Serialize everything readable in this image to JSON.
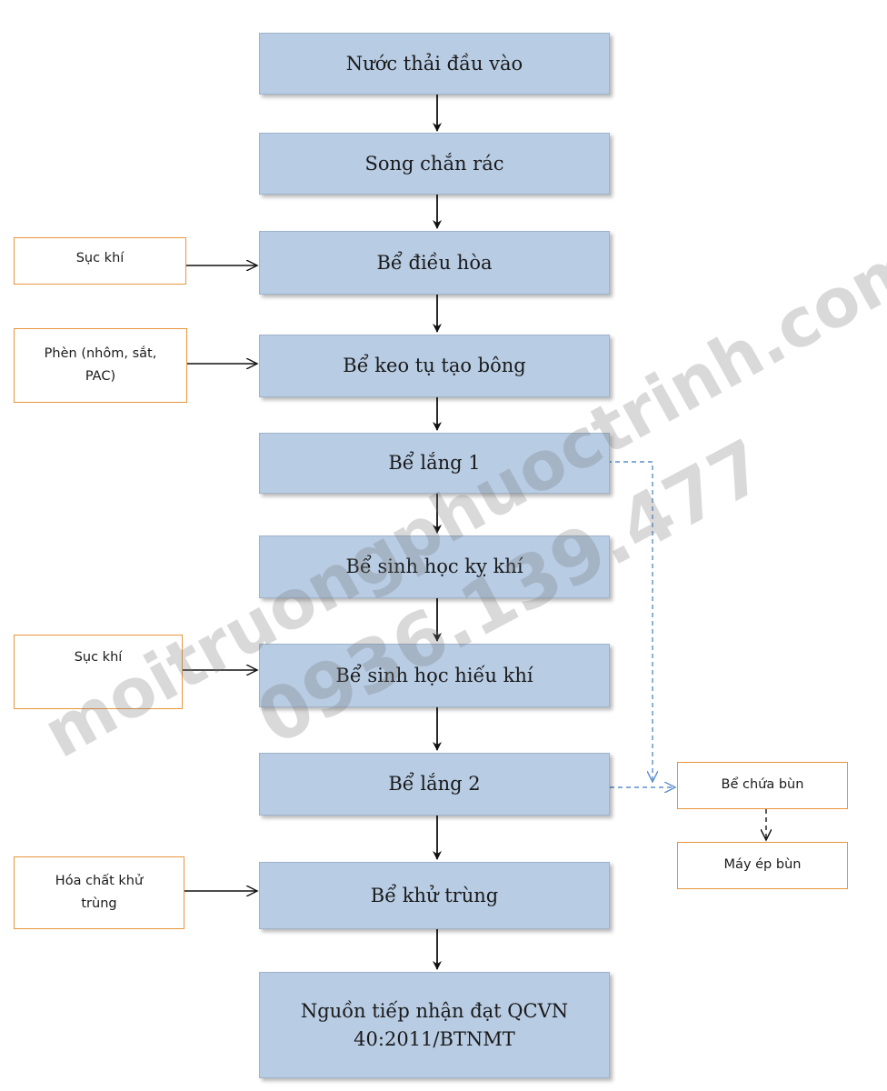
{
  "process_steps": [
    "Nước thải đầu vào",
    "Song chắn rác",
    "Bể điều hòa",
    "Bể keo tụ tạo bông",
    "Bể lắng 1",
    "Bể sinh học kỵ khí",
    "Bể sinh học hiếu khí",
    "Bể lắng 2",
    "Bể khử trùng",
    "Nguồn tiếp nhận đạt QCVN 40:2011/BTNMT"
  ],
  "inputs": {
    "aeration_1": "Sục khí",
    "coagulant": "Phèn (nhôm, sắt, PAC)",
    "aeration_2": "Sục khí",
    "disinfectant": "Hóa chất khử trùng"
  },
  "sludge": {
    "tank": "Bể chứa bùn",
    "press": "Máy ép bùn"
  },
  "watermark": {
    "site": "moitruongphuoctrinh.com",
    "phone": "0936.139.477"
  },
  "colors": {
    "process_fill": "#b8cce4",
    "input_border": "#e8953c",
    "sludge_line": "#5b8fd0",
    "arrow": "#111111"
  }
}
